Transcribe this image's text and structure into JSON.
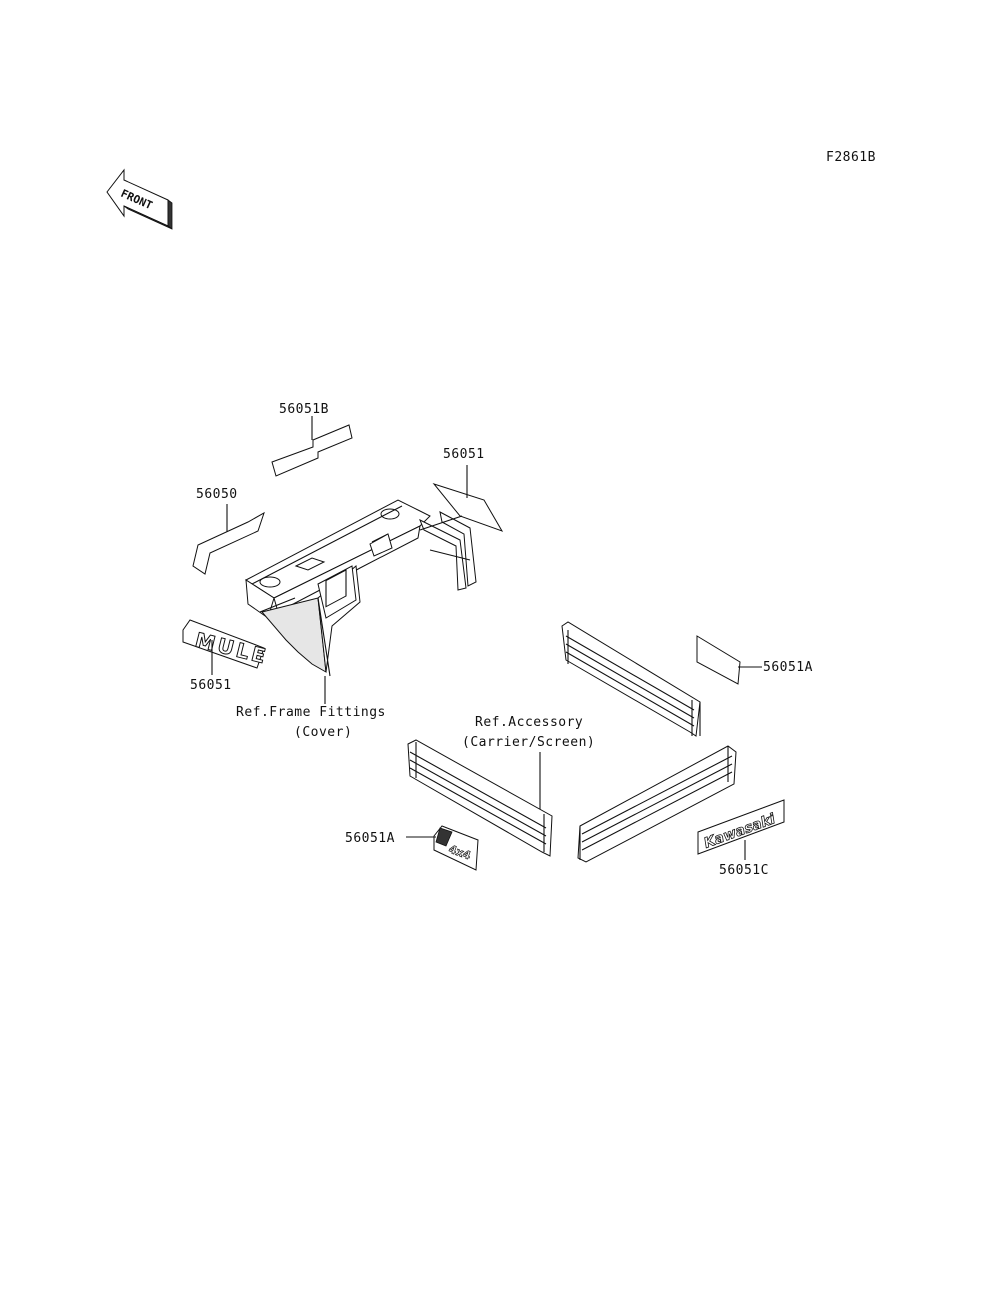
{
  "figure_code": "F2861B",
  "front_arrow_text": "FRONT",
  "labels": {
    "p56051B": "56051B",
    "p56051_top": "56051",
    "p56050": "56050",
    "p56051_left": "56051",
    "p56051A_right": "56051A",
    "p56051A_bottom": "56051A",
    "p56051C": "56051C",
    "ref_frame_line1": "Ref.Frame Fittings",
    "ref_frame_line2": "(Cover)",
    "ref_accessory_line1": "Ref.Accessory",
    "ref_accessory_line2": "(Carrier/Screen)"
  },
  "decals": {
    "mule_text": "MULE",
    "kawasaki_text": "Kawasaki",
    "small_decal_text": "4x4"
  }
}
